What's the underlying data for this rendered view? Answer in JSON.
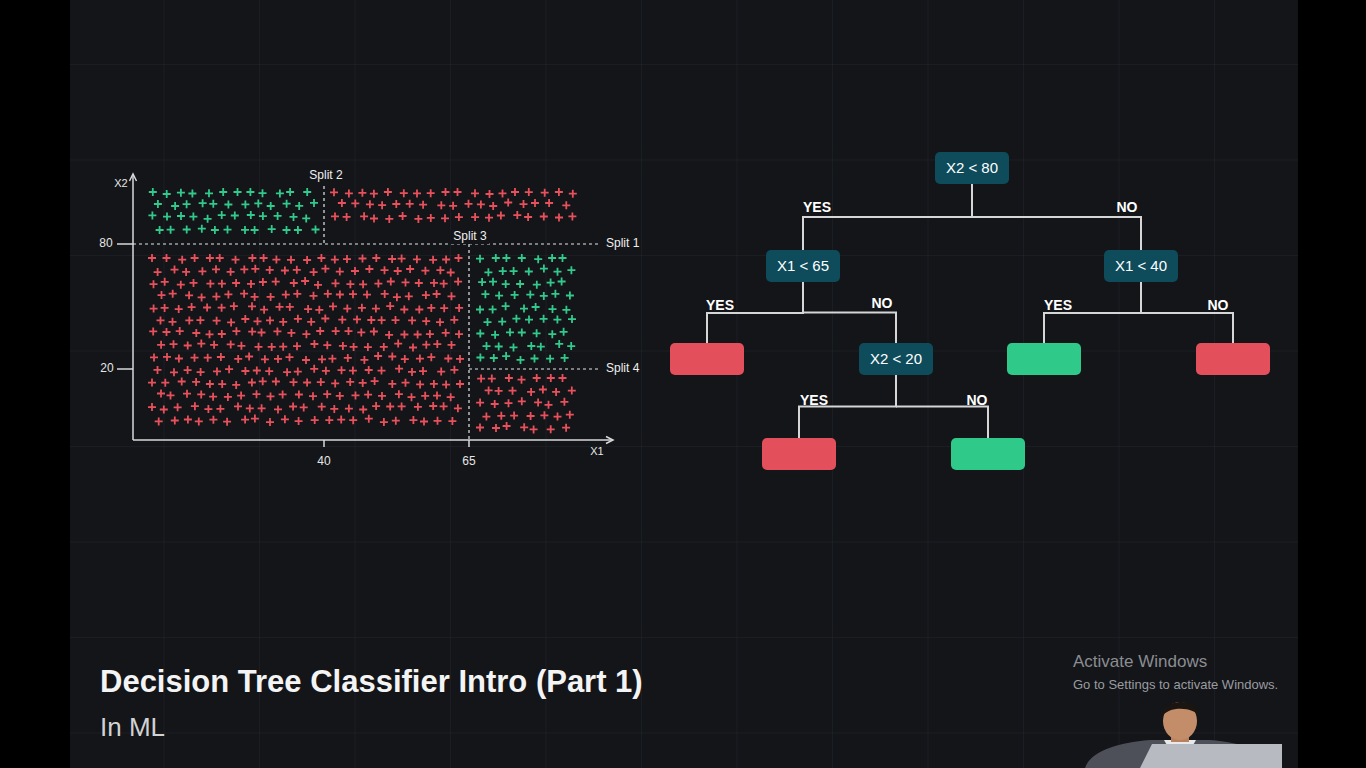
{
  "diagram": {
    "title": "Decision Tree Classifier Intro (Part 1)",
    "caption": "In ML",
    "nodes": [
      {
        "text": [
          "X2 < 80"
        ]
      },
      {
        "text": [
          "X1 < 65"
        ]
      },
      {
        "text": [
          "X1 < 40"
        ]
      },
      {
        "text": [
          "X2 < 20"
        ]
      }
    ],
    "edges": [
      {
        "from": 0,
        "to": 1,
        "arrow": "none",
        "label": "YES"
      },
      {
        "from": 0,
        "to": 2,
        "arrow": "none",
        "label": "NO"
      },
      {
        "from": 1,
        "to": 3,
        "arrow": "none",
        "label": "NO"
      }
    ],
    "labels": [
      "X2",
      "Split 2",
      "80",
      "Split 3",
      "Split 1",
      "20",
      "Split 4",
      "40",
      "65",
      "X1",
      "YES",
      "YES",
      "NO",
      "YES",
      "NO",
      "Activate Windows",
      "Go to Settings to activate Windows."
    ]
  }
}
